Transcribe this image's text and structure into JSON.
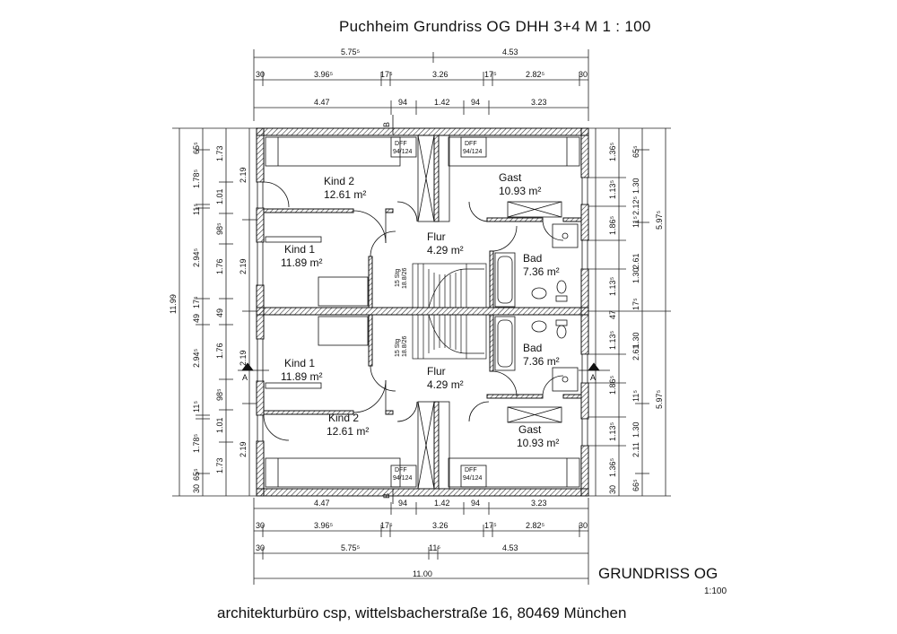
{
  "title": "Puchheim  Grundriss OG DHH 3+4  M 1 : 100",
  "sheet": {
    "label": "GRUNDRISS OG",
    "scale": "1:100"
  },
  "footer": "architekturbüro csp, wittelsbacherstraße 16, 80469 München",
  "rooms": {
    "top_kind2": {
      "name": "Kind 2",
      "area": "12.61 m²"
    },
    "top_gast": {
      "name": "Gast",
      "area": "10.93 m²"
    },
    "top_kind1": {
      "name": "Kind 1",
      "area": "11.89 m²"
    },
    "top_flur": {
      "name": "Flur",
      "area": "4.29 m²"
    },
    "top_bad": {
      "name": "Bad",
      "area": "7.36 m²"
    },
    "bot_kind1": {
      "name": "Kind 1",
      "area": "11.89 m²"
    },
    "bot_flur": {
      "name": "Flur",
      "area": "4.29 m²"
    },
    "bot_bad": {
      "name": "Bad",
      "area": "7.36 m²"
    },
    "bot_kind2": {
      "name": "Kind 2",
      "area": "12.61 m²"
    },
    "bot_gast": {
      "name": "Gast",
      "area": "10.93 m²"
    }
  },
  "dims": {
    "top1": [
      "5.75⁵",
      "4.53"
    ],
    "top2": [
      "30",
      "3.96⁵",
      "17⁵",
      "3.26",
      "17⁵",
      "2.82⁵",
      "30"
    ],
    "top3": [
      "4.47",
      "94",
      "1.42",
      "94",
      "3.23"
    ],
    "bot3": [
      "4.47",
      "94",
      "1.42",
      "94",
      "3.23"
    ],
    "bot2": [
      "30",
      "3.96⁵",
      "17⁵",
      "3.26",
      "17⁵",
      "2.82⁵",
      "30"
    ],
    "bot1": [
      "30",
      "5.75⁵",
      "11⁵",
      "4.53"
    ],
    "bot_total": "11.00",
    "left_total": "11.99",
    "left_a": [
      "65⁵",
      "1.78⁵",
      "11⁵",
      "2.94⁵",
      "17⁵",
      "49",
      "2.94⁵",
      "11⁵",
      "1.78⁵",
      "30",
      "65⁵"
    ],
    "left_b": [
      "1.73",
      "1.01",
      "98⁵",
      "1.76",
      "49",
      "1.76",
      "98⁵",
      "1.01",
      "1.73"
    ],
    "left_c": [
      "2.19",
      "2.19",
      "2.19",
      "2.19"
    ],
    "right_a": [
      "1.36⁵",
      "1.13⁵",
      "1.86⁵",
      "1.13⁵",
      "47",
      "1.13⁵",
      "1.86⁵",
      "1.13⁵",
      "1.36⁵",
      "30"
    ],
    "right_b": [
      "65⁵",
      "1.30",
      "11⁵",
      "1.30",
      "17⁵",
      "1.30",
      "11⁵",
      "1.30",
      "66⁵"
    ],
    "right_c": [
      "2.12⁵",
      "2.61",
      "2.61",
      "2.11"
    ],
    "right_d": [
      "5.97⁵",
      "5.97⁵"
    ]
  },
  "symbols": {
    "dff": "DFF",
    "dff_size": "94/124",
    "stairs": "15 Stg",
    "stairs_ratio": "18.8/26",
    "section_a": "A",
    "section_b": "B"
  }
}
